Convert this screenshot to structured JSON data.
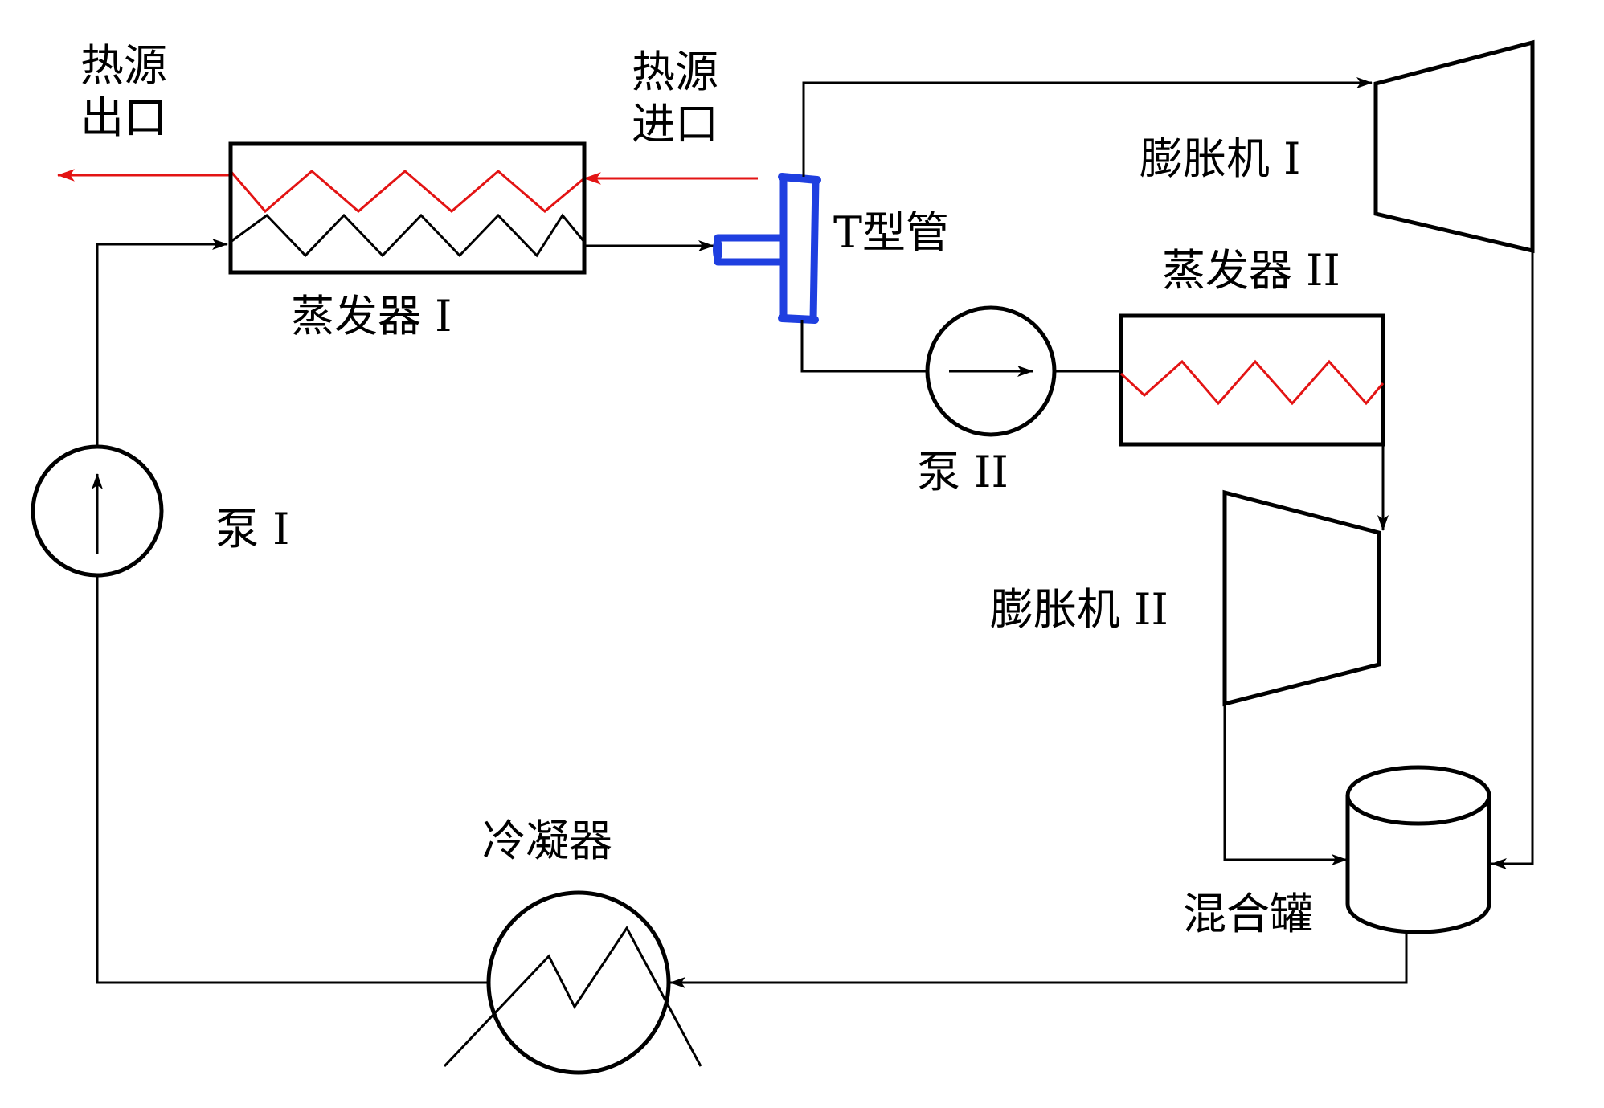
{
  "labels": {
    "heat_outlet": [
      "热源",
      "出口"
    ],
    "heat_inlet": [
      "热源",
      "进口"
    ],
    "evaporator_1": "蒸发器 I",
    "evaporator_2": "蒸发器 II",
    "t_pipe": "T型管",
    "expander_1": "膨胀机 I",
    "expander_2": "膨胀机 II",
    "pump_1": "泵 I",
    "pump_2": "泵 II",
    "condenser": "冷凝器",
    "mixing_tank": "混合罐"
  },
  "colors": {
    "line": "#000000",
    "heat_stream": "#e31414",
    "t_pipe": "#1f3fe0"
  }
}
